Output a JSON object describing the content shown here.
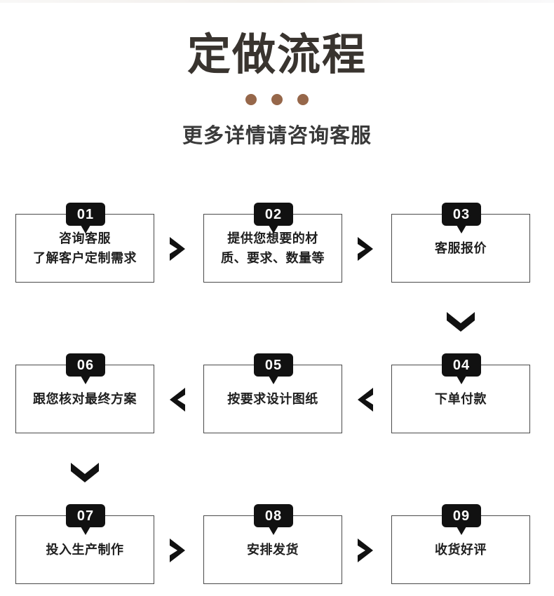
{
  "header": {
    "title": "定做流程",
    "subtitle": "更多详情请咨询客服",
    "dot_color": "#96674a",
    "dot_count": 3,
    "title_color": "#39342f"
  },
  "flow": {
    "rows": [
      {
        "direction": "left-to-right",
        "steps": [
          {
            "number": "01",
            "text": "咨询客服\n了解客户定制需求"
          },
          {
            "number": "02",
            "text": "提供您想要的材\n质、要求、数量等"
          },
          {
            "number": "03",
            "text": "客服报价"
          }
        ],
        "connectors": [
          "chevron-right",
          "chevron-right"
        ]
      },
      {
        "direction": "right-to-left",
        "steps": [
          {
            "number": "06",
            "text": "跟您核对最终方案"
          },
          {
            "number": "05",
            "text": "按要求设计图纸"
          },
          {
            "number": "04",
            "text": "下单付款"
          }
        ],
        "connectors": [
          "chevron-left",
          "chevron-left"
        ]
      },
      {
        "direction": "left-to-right",
        "steps": [
          {
            "number": "07",
            "text": "投入生产制作"
          },
          {
            "number": "08",
            "text": "安排发货"
          },
          {
            "number": "09",
            "text": "收货好评"
          }
        ],
        "connectors": [
          "chevron-right",
          "chevron-right"
        ]
      }
    ],
    "vertical_connectors": [
      {
        "from": "03",
        "to": "04",
        "icon": "chevron-down"
      },
      {
        "from": "06",
        "to": "07",
        "icon": "chevron-down"
      }
    ],
    "box_border_color": "#4a4a4a",
    "badge_color": "#111111",
    "badge_text_color": "#ffffff"
  }
}
